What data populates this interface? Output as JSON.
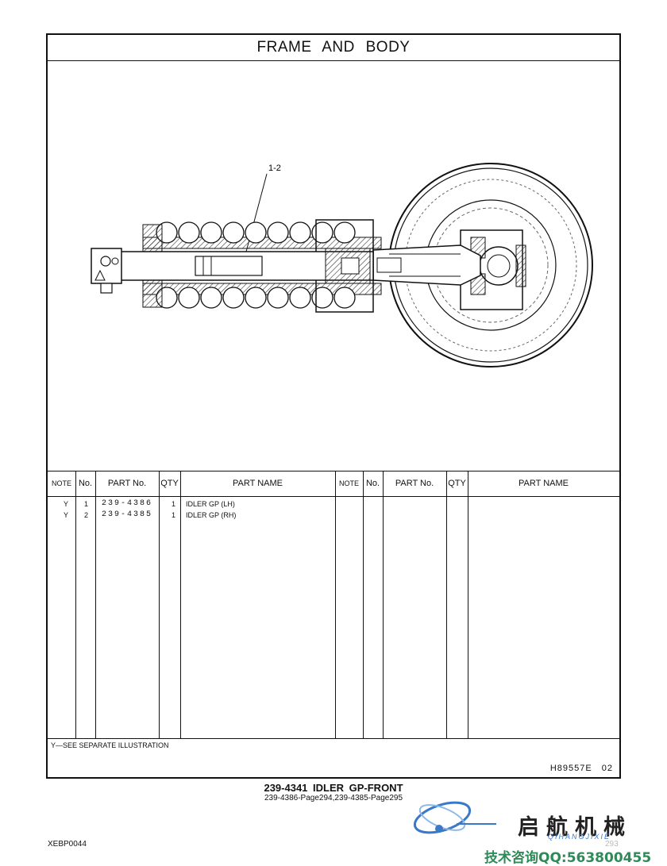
{
  "title": "FRAME AND BODY",
  "callout": "1-2",
  "table": {
    "headers": {
      "note": "NOTE",
      "no": "No.",
      "part_no": "PART No.",
      "qty": "QTY",
      "part_name": "PART NAME"
    },
    "rows": [
      {
        "note": "Y",
        "no": "1",
        "part_no": "239-4386",
        "qty": "1",
        "part_name": "IDLER GP (LH)"
      },
      {
        "note": "Y",
        "no": "2",
        "part_no": "239-4385",
        "qty": "1",
        "part_name": "IDLER GP (RH)"
      }
    ]
  },
  "footnote": "Y—SEE SEPARATE ILLUSTRATION",
  "doc_number": "H89557E  02",
  "caption": {
    "line1": "239-4341  IDLER GP-FRONT",
    "line2": "239-4386-Page294,239-4385-Page295"
  },
  "page_code": "XEBP0044",
  "watermark": {
    "chinese": "启航机械",
    "pinyin": "QIHANGJIXIE",
    "contact": "技术咨询QQ:563800455",
    "page": "293"
  }
}
